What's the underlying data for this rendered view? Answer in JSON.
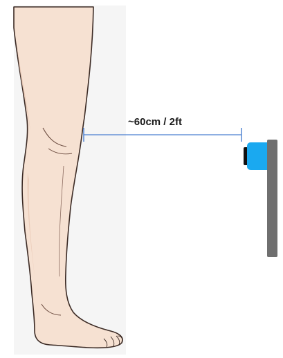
{
  "measurement": {
    "label": "~60cm / 2ft"
  },
  "colors": {
    "skin": "#f6e1d2",
    "skin_shade": "#e6c3ae",
    "outline": "#3b2a24",
    "measure_line": "#4a7fd0",
    "sensor_body": "#1aa9f0",
    "sensor_lens": "#111111",
    "wall": "#6f6f6f",
    "backdrop": "#f4f4f4"
  },
  "icons": {
    "leg": "leg-illustration",
    "sensor": "sensor-device-icon",
    "wall": "wall-mount-bar"
  }
}
